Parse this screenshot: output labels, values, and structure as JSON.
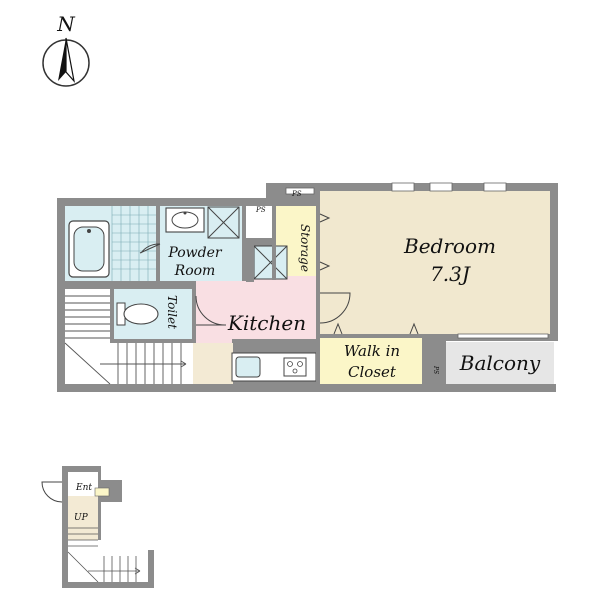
{
  "compass": {
    "label": "N"
  },
  "rooms": {
    "bedroom": {
      "label": "Bedroom",
      "size": "7.3J"
    },
    "powder_room": {
      "line1": "Powder",
      "line2": "Room"
    },
    "toilet": {
      "label": "Toilet"
    },
    "storage": {
      "label": "Storage"
    },
    "kitchen": {
      "label": "Kitchen"
    },
    "walk_in_closet": {
      "line1": "Walk in",
      "line2": "Closet"
    },
    "balcony": {
      "label": "Balcony"
    }
  },
  "markers": {
    "ps_top": "PS",
    "ps_mid": "PS",
    "ps_side": "PS"
  },
  "entrance": {
    "ent": "Ent",
    "up": "UP"
  },
  "colors": {
    "wall": "#8c8c8c",
    "bedroom": "#f1e8cf",
    "wet": "#d9eef2",
    "kitchen": "#f9dfe3",
    "closet": "#fbf6c8",
    "storage": "#fbf6c8",
    "balcony": "#e6e6e6",
    "stair_area": "#f3ead4"
  }
}
